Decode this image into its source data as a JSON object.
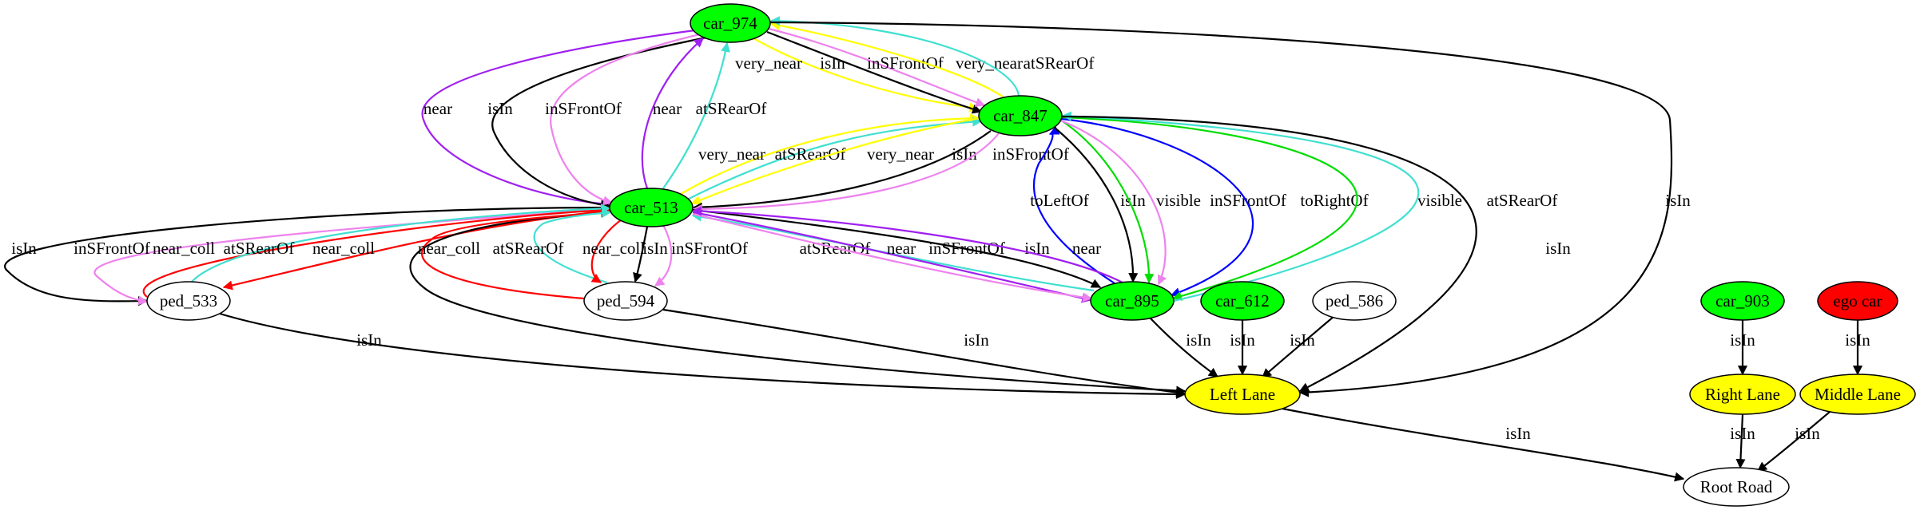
{
  "nodes": [
    {
      "id": "car_974",
      "label": "car_974",
      "fill": "#00ff00"
    },
    {
      "id": "car_847",
      "label": "car_847",
      "fill": "#00ff00"
    },
    {
      "id": "car_513",
      "label": "car_513",
      "fill": "#00ff00"
    },
    {
      "id": "ped_533",
      "label": "ped_533",
      "fill": "#ffffff"
    },
    {
      "id": "ped_594",
      "label": "ped_594",
      "fill": "#ffffff"
    },
    {
      "id": "car_895",
      "label": "car_895",
      "fill": "#00ff00"
    },
    {
      "id": "car_612",
      "label": "car_612",
      "fill": "#00ff00"
    },
    {
      "id": "ped_586",
      "label": "ped_586",
      "fill": "#ffffff"
    },
    {
      "id": "left_lane",
      "label": "Left Lane",
      "fill": "#ffff00"
    },
    {
      "id": "car_903",
      "label": "car_903",
      "fill": "#00ff00"
    },
    {
      "id": "ego_car",
      "label": "ego car",
      "fill": "#ff0000"
    },
    {
      "id": "right_lane",
      "label": "Right Lane",
      "fill": "#ffff00"
    },
    {
      "id": "middle_lane",
      "label": "Middle Lane",
      "fill": "#ffff00"
    },
    {
      "id": "root_road",
      "label": "Root Road",
      "fill": "#ffffff"
    }
  ],
  "edges": [
    {
      "from": "car_974",
      "to": "car_847",
      "label": "very_near",
      "color": "#ffff00"
    },
    {
      "from": "car_974",
      "to": "car_847",
      "label": "isIn",
      "color": "#000000"
    },
    {
      "from": "car_974",
      "to": "car_847",
      "label": "inSFrontOf",
      "color": "#ee82ee"
    },
    {
      "from": "car_847",
      "to": "car_974",
      "label": "very_near",
      "color": "#ffff00"
    },
    {
      "from": "car_847",
      "to": "car_974",
      "label": "atSRearOf",
      "color": "#40e0d0"
    },
    {
      "from": "car_974",
      "to": "car_513",
      "label": "near",
      "color": "#a020f0"
    },
    {
      "from": "car_974",
      "to": "car_513",
      "label": "isIn",
      "color": "#000000"
    },
    {
      "from": "car_974",
      "to": "car_513",
      "label": "inSFrontOf",
      "color": "#ee82ee"
    },
    {
      "from": "car_513",
      "to": "car_974",
      "label": "near",
      "color": "#a020f0"
    },
    {
      "from": "car_513",
      "to": "car_974",
      "label": "atSRearOf",
      "color": "#40e0d0"
    },
    {
      "from": "car_974",
      "to": "left_lane",
      "label": "isIn",
      "color": "#000000"
    },
    {
      "from": "car_513",
      "to": "car_847",
      "label": "very_near",
      "color": "#ffff00"
    },
    {
      "from": "car_513",
      "to": "car_847",
      "label": "atSRearOf",
      "color": "#40e0d0"
    },
    {
      "from": "car_847",
      "to": "car_513",
      "label": "very_near",
      "color": "#ffff00"
    },
    {
      "from": "car_847",
      "to": "car_513",
      "label": "isIn",
      "color": "#000000"
    },
    {
      "from": "car_847",
      "to": "car_513",
      "label": "inSFrontOf",
      "color": "#ee82ee"
    },
    {
      "from": "car_895",
      "to": "car_847",
      "label": "toLeftOf",
      "color": "#0000ff"
    },
    {
      "from": "car_847",
      "to": "car_895",
      "label": "isIn",
      "color": "#000000"
    },
    {
      "from": "car_847",
      "to": "car_895",
      "label": "visible",
      "color": "#00dd00"
    },
    {
      "from": "car_847",
      "to": "car_895",
      "label": "inSFrontOf",
      "color": "#ee82ee"
    },
    {
      "from": "car_847",
      "to": "car_895",
      "label": "toRightOf",
      "color": "#0000ff"
    },
    {
      "from": "car_847",
      "to": "car_895",
      "label": "visible",
      "color": "#00dd00"
    },
    {
      "from": "car_895",
      "to": "car_847",
      "label": "atSRearOf",
      "color": "#40e0d0"
    },
    {
      "from": "car_847",
      "to": "left_lane",
      "label": "isIn",
      "color": "#000000"
    },
    {
      "from": "car_513",
      "to": "ped_533",
      "label": "isIn",
      "color": "#000000"
    },
    {
      "from": "car_513",
      "to": "ped_533",
      "label": "inSFrontOf",
      "color": "#ee82ee"
    },
    {
      "from": "ped_533",
      "to": "car_513",
      "label": "near_coll",
      "color": "#ff0000"
    },
    {
      "from": "ped_533",
      "to": "car_513",
      "label": "atSRearOf",
      "color": "#40e0d0"
    },
    {
      "from": "car_513",
      "to": "ped_533",
      "label": "near_coll",
      "color": "#ff0000"
    },
    {
      "from": "car_513",
      "to": "left_lane",
      "label": "",
      "color": "#000000"
    },
    {
      "from": "ped_594",
      "to": "car_513",
      "label": "near_coll",
      "color": "#ff0000"
    },
    {
      "from": "ped_594",
      "to": "car_513",
      "label": "atSRearOf",
      "color": "#40e0d0"
    },
    {
      "from": "car_513",
      "to": "ped_594",
      "label": "near_coll",
      "color": "#ff0000"
    },
    {
      "from": "car_513",
      "to": "ped_594",
      "label": "isIn",
      "color": "#000000"
    },
    {
      "from": "car_513",
      "to": "ped_594",
      "label": "inSFrontOf",
      "color": "#ee82ee"
    },
    {
      "from": "car_895",
      "to": "car_513",
      "label": "atSRearOf",
      "color": "#40e0d0"
    },
    {
      "from": "car_513",
      "to": "car_895",
      "label": "near",
      "color": "#a020f0"
    },
    {
      "from": "car_513",
      "to": "car_895",
      "label": "inSFrontOf",
      "color": "#ee82ee"
    },
    {
      "from": "car_513",
      "to": "car_895",
      "label": "isIn",
      "color": "#000000"
    },
    {
      "from": "car_895",
      "to": "car_513",
      "label": "near",
      "color": "#a020f0"
    },
    {
      "from": "ped_533",
      "to": "left_lane",
      "label": "isIn",
      "color": "#000000"
    },
    {
      "from": "ped_594",
      "to": "left_lane",
      "label": "isIn",
      "color": "#000000"
    },
    {
      "from": "car_895",
      "to": "left_lane",
      "label": "isIn",
      "color": "#000000"
    },
    {
      "from": "car_612",
      "to": "left_lane",
      "label": "isIn",
      "color": "#000000"
    },
    {
      "from": "ped_586",
      "to": "left_lane",
      "label": "isIn",
      "color": "#000000"
    },
    {
      "from": "car_903",
      "to": "right_lane",
      "label": "isIn",
      "color": "#000000"
    },
    {
      "from": "ego_car",
      "to": "middle_lane",
      "label": "isIn",
      "color": "#000000"
    },
    {
      "from": "left_lane",
      "to": "root_road",
      "label": "isIn",
      "color": "#000000"
    },
    {
      "from": "right_lane",
      "to": "root_road",
      "label": "isIn",
      "color": "#000000"
    },
    {
      "from": "middle_lane",
      "to": "root_road",
      "label": "isIn",
      "color": "#000000"
    }
  ]
}
